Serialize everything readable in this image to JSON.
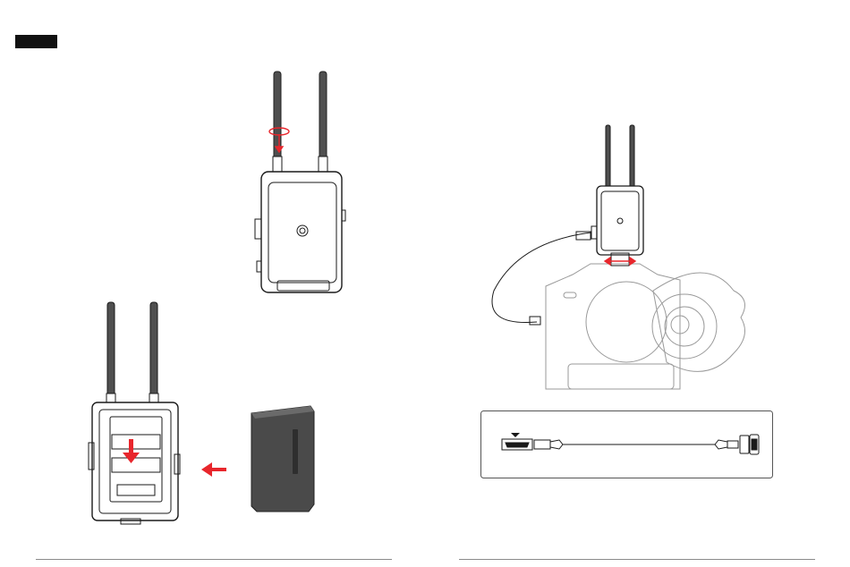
{
  "page": {
    "tag": "",
    "colors": {
      "accent_red": "#e8262c",
      "line": "#1a1a1a",
      "battery": "#4a4a4a",
      "cable_box_border": "#555555"
    }
  },
  "figures": {
    "antenna_install": {
      "icon": "transmitter-rotate-antenna"
    },
    "battery_install": {
      "icon": "battery-slide-in"
    },
    "camera_connection": {
      "icon": "camera-hot-shoe-mount"
    },
    "hdmi_cable": {
      "icon": "hdmi-cable"
    }
  }
}
